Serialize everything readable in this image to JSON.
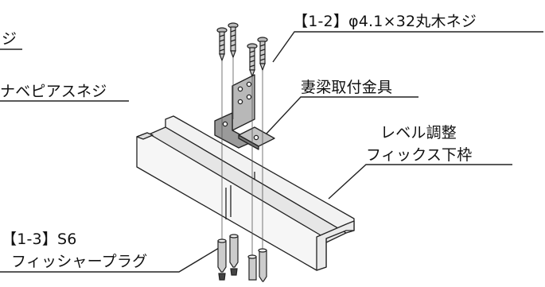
{
  "labels": {
    "l1": "ジ",
    "l2": "ナベピアスネジ",
    "l3": "【1-2】φ4.1×32丸木ネジ",
    "l4": "妻梁取付金具",
    "l5a": "レベル調整",
    "l5b": "フィックス下枠",
    "l6a": "【1-3】S6",
    "l6b": "フィッシャープラグ"
  }
}
